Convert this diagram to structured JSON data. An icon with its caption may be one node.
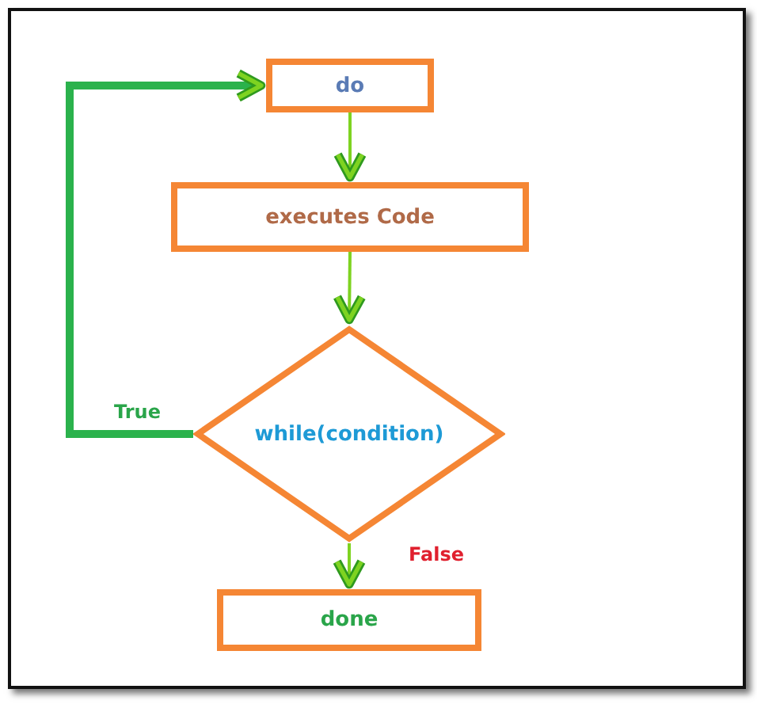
{
  "diagram": {
    "nodes": [
      {
        "text": [
          "do"
        ]
      },
      {
        "text": [
          "executes Code"
        ]
      },
      {
        "text": [
          "while(condition)"
        ]
      },
      {
        "text": [
          "done"
        ]
      }
    ],
    "edges": [
      {
        "from": 0,
        "to": 1,
        "arrow": "to"
      },
      {
        "from": 1,
        "to": 2,
        "arrow": "to"
      },
      {
        "from": 2,
        "to": 3,
        "arrow": "to",
        "label": "False"
      },
      {
        "from": 2,
        "to": 0,
        "arrow": "to",
        "label": "True",
        "style": "thick"
      }
    ]
  }
}
